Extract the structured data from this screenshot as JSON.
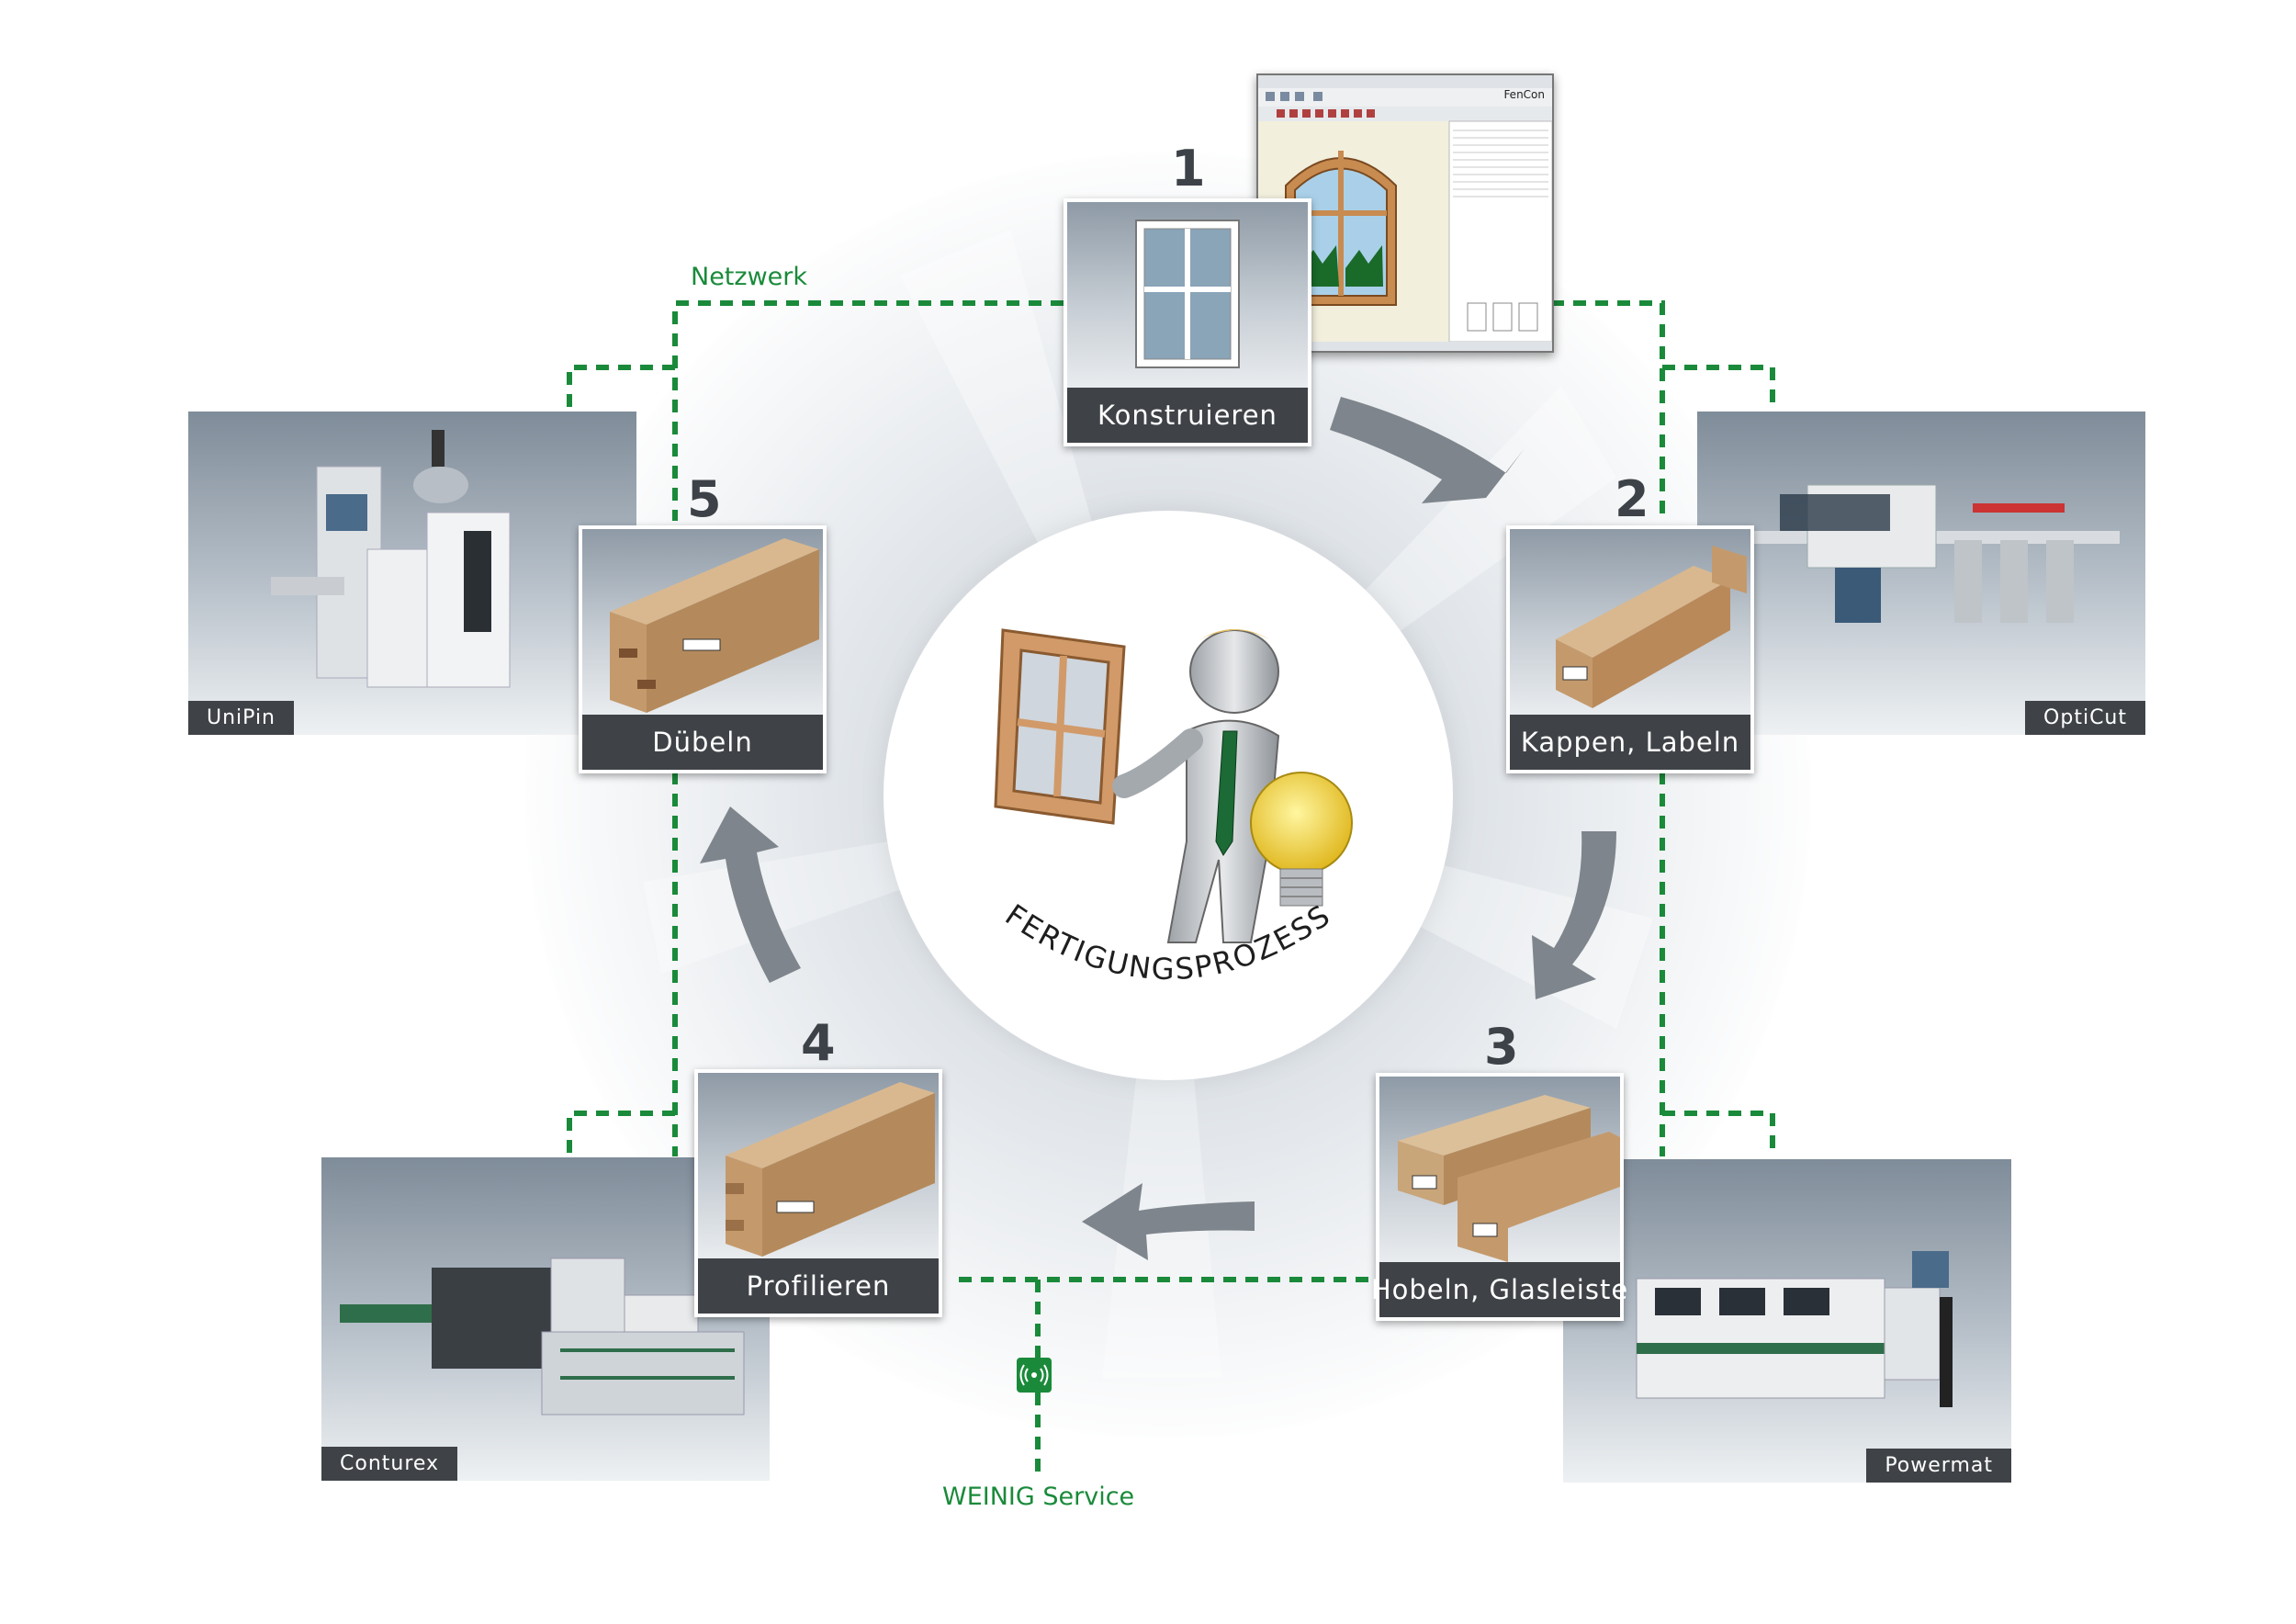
{
  "center": {
    "title": "FERTIGUNGSPROZESS"
  },
  "network_label": "Netzwerk",
  "service_label": "WEINIG Service",
  "software": {
    "title": "FenCon"
  },
  "steps": [
    {
      "number": "1",
      "label": "Konstruieren"
    },
    {
      "number": "2",
      "label": "Kappen, Labeln"
    },
    {
      "number": "3",
      "label": "Hobeln, Glasleiste"
    },
    {
      "number": "4",
      "label": "Profilieren"
    },
    {
      "number": "5",
      "label": "Dübeln"
    }
  ],
  "machines": [
    {
      "label": "UniPin"
    },
    {
      "label": "OptiCut"
    },
    {
      "label": "Conturex"
    },
    {
      "label": "Powermat"
    }
  ],
  "colors": {
    "network_green": "#1a8a3a",
    "caption_dark": "#3f4347",
    "arrow_grey": "#7e858c"
  },
  "icons": {
    "center": "craftsman-with-window-and-lightbulb-icon",
    "service": "wireless-signal-icon"
  }
}
